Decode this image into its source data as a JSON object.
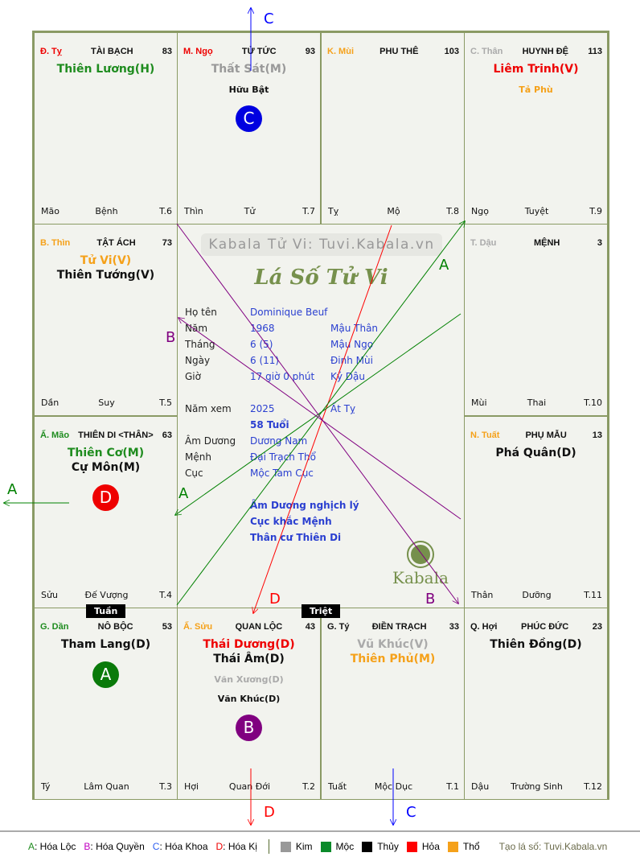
{
  "palaces": [
    {
      "can_chi": "Đ. Tỵ",
      "cc_color": "#e00",
      "name": "TÀI BẠCH",
      "num": "83",
      "stars": [
        {
          "t": "Thiên Lương(H)",
          "c": "#1f8c1f"
        }
      ],
      "aux": [],
      "badge": null,
      "bl": "Mão",
      "bm": "Bệnh",
      "br": "T.6"
    },
    {
      "can_chi": "M. Ngọ",
      "cc_color": "#e00",
      "name": "TỬ TỨC",
      "num": "93",
      "stars": [
        {
          "t": "Thất Sát(M)",
          "c": "#999"
        }
      ],
      "aux": [
        {
          "t": "Hữu Bật",
          "c": "#111"
        }
      ],
      "badge": {
        "t": "C",
        "c": "#0000e0"
      },
      "bl": "Thìn",
      "bm": "Tử",
      "br": "T.7"
    },
    {
      "can_chi": "K. Mùi",
      "cc_color": "#f5a11a",
      "name": "PHU THÊ",
      "num": "103",
      "stars": [],
      "aux": [],
      "badge": null,
      "bl": "Tỵ",
      "bm": "Mộ",
      "br": "T.8"
    },
    {
      "can_chi": "C. Thân",
      "cc_color": "#aaa",
      "name": "HUYNH ĐỆ",
      "num": "113",
      "stars": [
        {
          "t": "Liêm Trinh(V)",
          "c": "#e00"
        }
      ],
      "aux": [
        {
          "t": "Tả Phù",
          "c": "#f5a11a"
        }
      ],
      "badge": null,
      "bl": "Ngọ",
      "bm": "Tuyệt",
      "br": "T.9"
    },
    {
      "can_chi": "B. Thìn",
      "cc_color": "#f5a11a",
      "name": "TẬT ÁCH",
      "num": "73",
      "stars": [
        {
          "t": "Tử Vi(V)",
          "c": "#f5a11a"
        },
        {
          "t": "Thiên Tướng(V)",
          "c": "#111"
        }
      ],
      "aux": [],
      "badge": null,
      "bl": "Dần",
      "bm": "Suy",
      "br": "T.5"
    },
    {
      "can_chi": "T. Dậu",
      "cc_color": "#aaa",
      "name": "MỆNH",
      "num": "3",
      "stars": [],
      "aux": [],
      "badge": null,
      "bl": "Mùi",
      "bm": "Thai",
      "br": "T.10"
    },
    {
      "can_chi": "Ấ. Mão",
      "cc_color": "#1f8c1f",
      "name": "THIÊN DI <THÂN>",
      "num": "63",
      "stars": [
        {
          "t": "Thiên Cơ(M)",
          "c": "#1f8c1f"
        },
        {
          "t": "Cự Môn(M)",
          "c": "#111"
        }
      ],
      "aux": [],
      "badge": {
        "t": "D",
        "c": "#e00"
      },
      "bl": "Sửu",
      "bm": "Đế Vượng",
      "br": "T.4"
    },
    {
      "can_chi": "N. Tuất",
      "cc_color": "#f5a11a",
      "name": "PHỤ MẪU",
      "num": "13",
      "stars": [
        {
          "t": "Phá Quân(D)",
          "c": "#111"
        }
      ],
      "aux": [],
      "badge": null,
      "bl": "Thân",
      "bm": "Dưỡng",
      "br": "T.11"
    },
    {
      "can_chi": "G. Dần",
      "cc_color": "#1f8c1f",
      "name": "NÔ BỘC",
      "num": "53",
      "stars": [
        {
          "t": "Tham Lang(D)",
          "c": "#111"
        }
      ],
      "aux": [],
      "badge": {
        "t": "A",
        "c": "#0a7a0a"
      },
      "bl": "Tý",
      "bm": "Lâm Quan",
      "br": "T.3"
    },
    {
      "can_chi": "Ấ. Sửu",
      "cc_color": "#f5a11a",
      "name": "QUAN LỘC",
      "num": "43",
      "stars": [
        {
          "t": "Thái Dương(D)",
          "c": "#e00"
        },
        {
          "t": "Thái Âm(D)",
          "c": "#111"
        }
      ],
      "aux": [
        {
          "t": "Văn Xương(D)",
          "c": "#aaa"
        },
        {
          "t": "Văn Khúc(D)",
          "c": "#111"
        }
      ],
      "badge": {
        "t": "B",
        "c": "#800080"
      },
      "bl": "Hợi",
      "bm": "Quan Đới",
      "br": "T.2"
    },
    {
      "can_chi": "G. Tý",
      "cc_color": "#111",
      "name": "ĐIỀN TRẠCH",
      "num": "33",
      "stars": [
        {
          "t": "Vũ Khúc(V)",
          "c": "#aaa"
        },
        {
          "t": "Thiên Phủ(M)",
          "c": "#f5a11a"
        }
      ],
      "aux": [],
      "badge": null,
      "bl": "Tuất",
      "bm": "Mộc Dục",
      "br": "T.1"
    },
    {
      "can_chi": "Q. Hợi",
      "cc_color": "#111",
      "name": "PHÚC ĐỨC",
      "num": "23",
      "stars": [
        {
          "t": "Thiên Đồng(D)",
          "c": "#111"
        }
      ],
      "aux": [],
      "badge": null,
      "bl": "Dậu",
      "bm": "Trường Sinh",
      "br": "T.12"
    }
  ],
  "center": {
    "watermark": "Kabala Tử Vi: Tuvi.Kabala.vn",
    "title": "Lá Số Tử Vi",
    "rows": [
      {
        "k": "Họ tên",
        "v": "Dominique Beuf",
        "v2": ""
      },
      {
        "k": "Năm",
        "v": "1968",
        "v2": "Mậu Thân"
      },
      {
        "k": "Tháng",
        "v": "6  (5)",
        "v2": "Mậu Ngọ"
      },
      {
        "k": "Ngày",
        "v": "6  (11)",
        "v2": "Đinh Mùi"
      },
      {
        "k": "Giờ",
        "v": "17 giờ 0 phút",
        "v2": "Kỷ Dậu"
      },
      {
        "k": "",
        "v": "",
        "v2": ""
      },
      {
        "k": "Năm xem",
        "v": "2025",
        "v2": "Ất Tỵ"
      },
      {
        "k": "",
        "v": "58 Tuổi",
        "v2": "",
        "bold": true
      },
      {
        "k": "Âm Dương",
        "v": "Dương Nam",
        "v2": ""
      },
      {
        "k": "Mệnh",
        "v": "Đại Trạch Thổ",
        "v2": ""
      },
      {
        "k": "Cục",
        "v": "Mộc Tam Cục",
        "v2": ""
      },
      {
        "k": "",
        "v": "",
        "v2": ""
      },
      {
        "k": "",
        "v": "Âm Dương nghịch lý",
        "v2": "",
        "bold": true
      },
      {
        "k": "",
        "v": "Cục khắc Mệnh",
        "v2": "",
        "bold": true
      },
      {
        "k": "",
        "v": "Thân cư Thiên Di",
        "v2": "",
        "bold": true
      }
    ],
    "logo": "Kabala"
  },
  "tags": {
    "tuan": "Tuần",
    "triet": "Triệt"
  },
  "arrow_labels": {
    "a": "A",
    "b": "B",
    "c": "C",
    "d": "D"
  },
  "legend": {
    "hoa": [
      {
        "k": "A",
        "t": ": Hóa Lộc",
        "c": "#1f8c1f"
      },
      {
        "k": "B",
        "t": ": Hóa Quyền",
        "c": "#c000c0"
      },
      {
        "k": "C",
        "t": ": Hóa Khoa",
        "c": "#3060f0"
      },
      {
        "k": "D",
        "t": ": Hóa Kị",
        "c": "#e00"
      }
    ],
    "elements": [
      {
        "t": "Kim",
        "c": "#999"
      },
      {
        "t": "Mộc",
        "c": "#0a8a2a"
      },
      {
        "t": "Thủy",
        "c": "#000"
      },
      {
        "t": "Hỏa",
        "c": "#f00"
      },
      {
        "t": "Thổ",
        "c": "#f5a11a"
      }
    ],
    "credit": "Tạo lá số: Tuvi.Kabala.vn"
  }
}
